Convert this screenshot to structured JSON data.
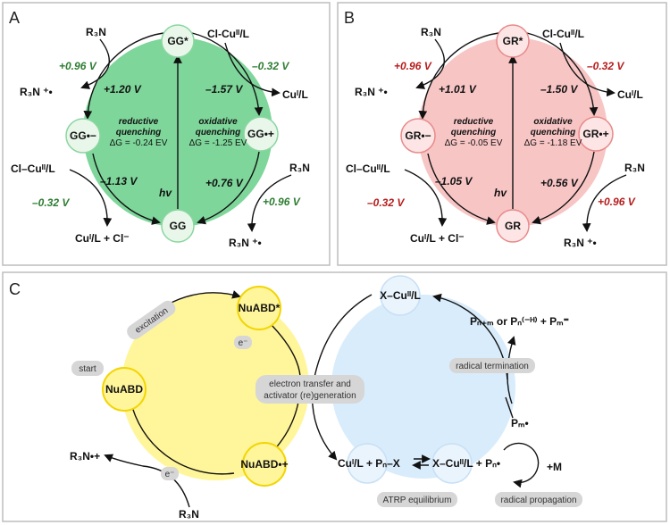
{
  "panels": {
    "a": {
      "letter": "A",
      "nodes": {
        "top": "GG*",
        "left": "GG•−",
        "right": "GG•+",
        "bottom": "GG"
      },
      "species": {
        "r3n_top": "R₃N",
        "r3n_radical_left": "R₃N ⁺•",
        "cucl_top": "Cl-Cuᴵᴵ/L",
        "cul_right": "Cuᴵ/L",
        "cucl_left": "Cl–Cuᴵᴵ/L",
        "cul_cl_bottom": "Cuᴵ/L + Cl⁻",
        "r3n_right": "R₃N",
        "r3n_radical_bottom": "R₃N ⁺•"
      },
      "potentials": {
        "outer_top_left": "+0.96 V",
        "inner_top_left": "+1.20 V",
        "inner_top_right": "–1.57 V",
        "outer_top_right": "–0.32 V",
        "inner_bottom_left": "–1.13 V",
        "outer_bottom_left": "–0.32 V",
        "inner_bottom_right": "+0.76 V",
        "outer_bottom_right": "+0.96 V"
      },
      "reductive": {
        "line1": "reductive",
        "line2": "quenching",
        "dg": "ΔG = -0.24 EV"
      },
      "oxidative": {
        "line1": "oxidative",
        "line2": "quenching",
        "dg": "ΔG = -1.25 EV"
      },
      "hv": "hv"
    },
    "b": {
      "letter": "B",
      "nodes": {
        "top": "GR*",
        "left": "GR•−",
        "right": "GR•+",
        "bottom": "GR"
      },
      "species": {
        "r3n_top": "R₃N",
        "r3n_radical_left": "R₃N ⁺•",
        "cucl_top": "Cl-Cuᴵᴵ/L",
        "cul_right": "Cuᴵ/L",
        "cucl_left": "Cl–Cuᴵᴵ/L",
        "cul_cl_bottom": "Cuᴵ/L + Cl⁻",
        "r3n_right": "R₃N",
        "r3n_radical_bottom": "R₃N ⁺•"
      },
      "potentials": {
        "outer_top_left": "+0.96 V",
        "inner_top_left": "+1.01 V",
        "inner_top_right": "–1.50 V",
        "outer_top_right": "–0.32 V",
        "inner_bottom_left": "–1.05 V",
        "outer_bottom_left": "–0.32 V",
        "inner_bottom_right": "+0.56 V",
        "outer_bottom_right": "+0.96 V"
      },
      "reductive": {
        "line1": "reductive",
        "line2": "quenching",
        "dg": "ΔG = -0.05 EV"
      },
      "oxidative": {
        "line1": "oxidative",
        "line2": "quenching",
        "dg": "ΔG = -1.18 EV"
      },
      "hv": "hv"
    },
    "c": {
      "letter": "C",
      "nodes": {
        "nuabd_star": "NuABD*",
        "nuabd": "NuABD",
        "nuabd_radical": "NuABD•+",
        "xcu": "X–Cuᴵᴵ/L"
      },
      "pills": {
        "excitation": "excitation",
        "start": "start",
        "et_line1": "electron transfer and",
        "et_line2": "activator (re)generation",
        "radical_termination": "radical termination",
        "atrp": "ATRP equilibrium",
        "radical_propagation": "radical propagation",
        "e_top": "e⁻",
        "e_bottom": "e⁻"
      },
      "species": {
        "products": "Pₙ₊ₘ  or  Pₙ⁽⁻ᴴ⁾ + Pₘ⁼",
        "pm": "Pₘ•",
        "cul_pnx": "Cuᴵ/L + Pₙ–X",
        "xcu_pn": "X–Cuᴵᴵ/L + Pₙ•",
        "plus_m": "+M",
        "r3n_radical": "R₃N•+",
        "r3n": "R₃N"
      }
    }
  },
  "colors": {
    "green_fill": "#7ed69a",
    "green_node": "#e8f7ea",
    "green_stroke": "#8bd6a0",
    "red_fill": "#f8c5c5",
    "red_node": "#fde5e5",
    "red_stroke": "#e88a8a",
    "yellow_fill": "#fff59a",
    "yellow_stroke": "#f2d500",
    "blue_fill": "#d9ecfb",
    "pill": "#d6d6d6"
  }
}
